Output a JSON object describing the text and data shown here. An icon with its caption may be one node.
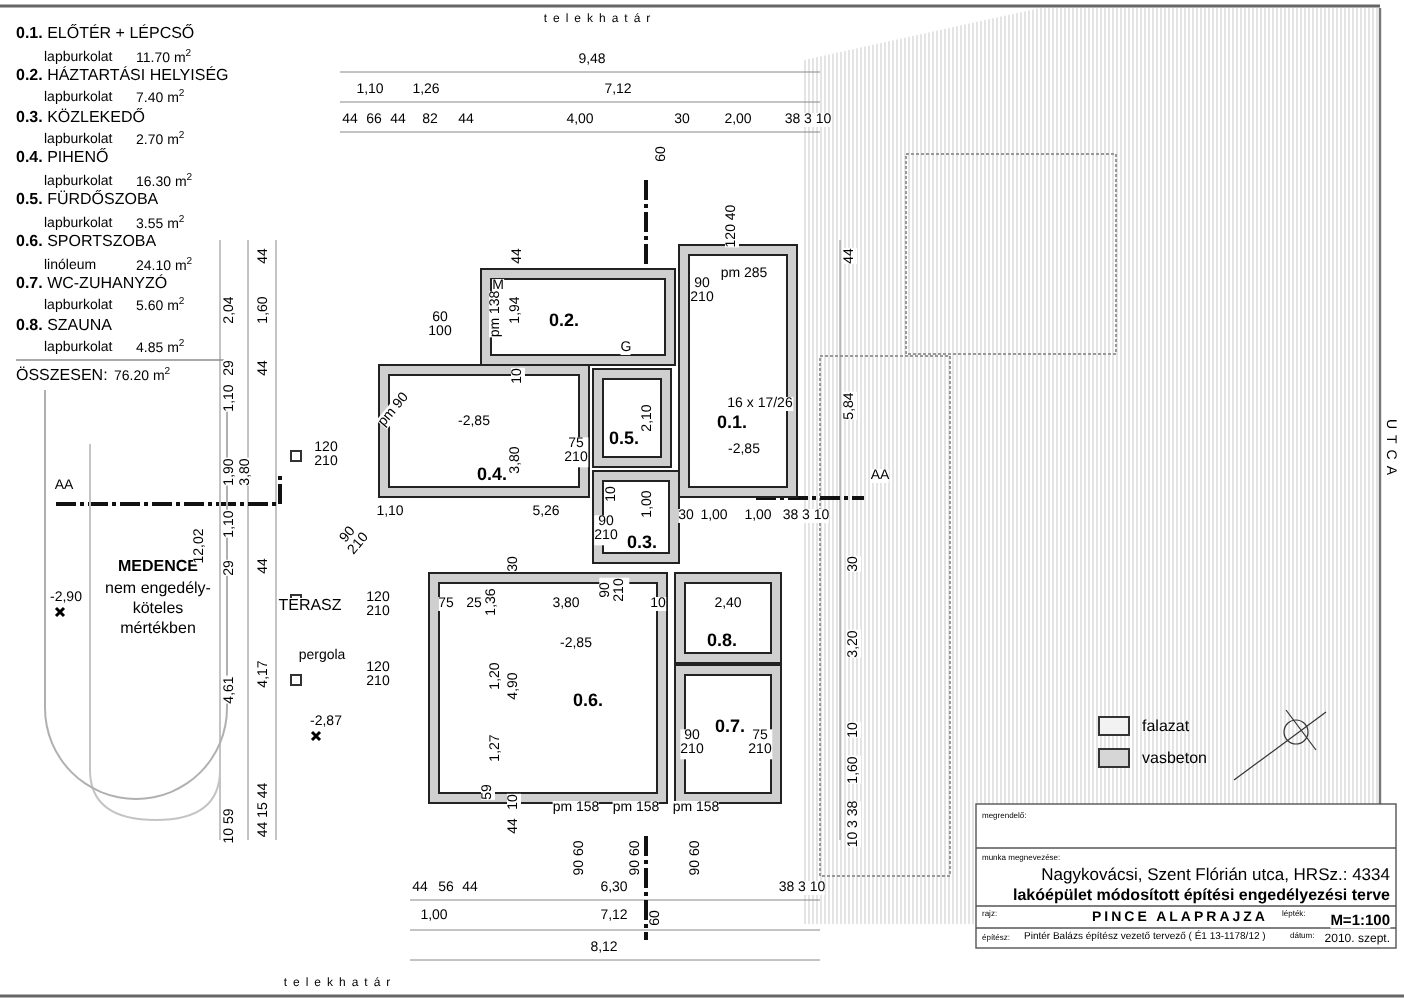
{
  "diagram": {
    "nodes": [
      {
        "text": [
          "0.2."
        ]
      },
      {
        "text": [
          "0.1."
        ]
      },
      {
        "text": [
          "0.5."
        ]
      },
      {
        "text": [
          "0.4."
        ]
      },
      {
        "text": [
          "0.3."
        ]
      },
      {
        "text": [
          "0.6."
        ]
      },
      {
        "text": [
          "0.8."
        ]
      },
      {
        "text": [
          "0.7."
        ]
      },
      {
        "text": [
          "MEDENCE",
          "nem engedély-köteles mértékben"
        ]
      }
    ],
    "labels": [
      "**0.1.** ELŐTÉR + LÉPCSŐ",
      "lapburkolat",
      "11.70 m$^{2}$",
      "**0.2.** HÁZTARTÁSI HELYISÉG",
      "lapburkolat",
      "7.40 m$^{2}$",
      "**0.3.** KÖZLEKEDŐ",
      "lapburkolat",
      "2.70 m$^{2}$",
      "**0.4.** PIHENŐ",
      "lapburkolat",
      "16.30 m$^{2}$",
      "**0.5.** FÜRDŐSZOBA",
      "lapburkolat",
      "3.55 m$^{2}$",
      "**0.6.** SPORTSZOBA",
      "linóleum",
      "24.10 m$^{2}$",
      "**0.7.** WC-ZUHANYZÓ",
      "lapburkolat",
      "5.60 m$^{2}$",
      "**0.8.** SZAUNA",
      "lapburkolat",
      "4.85 m$^{2}$",
      "ÖSSZESEN:",
      "76.20 m$^{2}$",
      "telekhatár",
      "UTCA",
      "9,48",
      "1,10",
      "1,26",
      "7,12",
      "44",
      "66",
      "44",
      "82",
      "44",
      "4,00",
      "30",
      "2,00",
      "38 3 10",
      "60",
      "120 40",
      "44",
      "44",
      "2,04",
      "1,60",
      "M",
      "1,94",
      "pm 138",
      "60 100",
      "90 210",
      "pm 285",
      "G",
      "44",
      "29",
      "44",
      "1,10",
      "10",
      "pm 90",
      "-2,85",
      "75 210",
      "2,10",
      "16 x 17/26",
      "-2,85",
      "5,84",
      "3,80",
      "10",
      "AA",
      "1,90",
      "3,80",
      "120 210",
      "AA",
      "1,10",
      "5,26",
      "1,00",
      "30",
      "1,00",
      "1,00",
      "38 3 10",
      "12,02",
      "1,10",
      "90 210",
      "90 210",
      "29",
      "44",
      "30",
      "30",
      "90 210",
      "-2,90",
      "TERASZ",
      "120 210",
      "75",
      "25",
      "1,36",
      "3,80",
      "10",
      "2,40",
      "-2,85",
      "3,20",
      "pergola",
      "4,61",
      "4,17",
      "120 210",
      "1,20",
      "4,90",
      "-2,87",
      "1,27",
      "90 210",
      "75 210",
      "10",
      "1,60",
      "59",
      "10",
      "pm 158",
      "pm 158",
      "pm 158",
      "44 15 44",
      "10 59",
      "44",
      "10 3 38",
      "90 60",
      "90 60",
      "90 60",
      "44",
      "56",
      "44",
      "6,30",
      "38 3 10",
      "1,00",
      "7,12",
      "60",
      "8,12",
      "telekhatár",
      "megrendelő:",
      "munka megnevezése:",
      "Nagykovácsi, Szent Flórián utca, HRSz.: 4334",
      "lakóépület módosított építési engedélyezési terve",
      "rajz:",
      "PINCE ALAPRAJZA",
      "lépték:",
      "M=1:100",
      "építész:",
      "Pintér Balázs építész vezető tervező ( É1 13-1178/12 )",
      "dátum:",
      "2010. szept."
    ],
    "legend": [
      {
        "text": "falazat",
        "color": "#f2f2f2"
      },
      {
        "text": "vasbeton",
        "color": "#d6d6d6"
      }
    ]
  }
}
